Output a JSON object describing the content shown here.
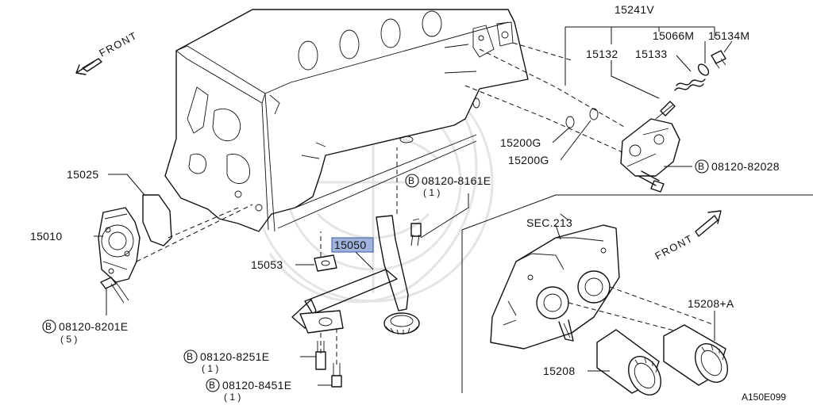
{
  "labels": {
    "block_front": "FRONT",
    "pump_front": "FRONT",
    "p15241v": "15241V",
    "p15066m": "15066M",
    "p15134m": "15134M",
    "p15132": "15132",
    "p15133": "15133",
    "p15200g_a": "15200G",
    "p15200g_b": "15200G",
    "p15025": "15025",
    "p15010": "15010",
    "p15050": "15050",
    "p15053": "15053",
    "sec213": "SEC.213",
    "p15208a": "15208+A",
    "p15208": "15208",
    "diagram_id": "A150E099"
  },
  "bolt_refs": [
    {
      "badge": "B",
      "code": "08120-82028",
      "qty": ""
    },
    {
      "badge": "B",
      "code": "08120-8161E",
      "qty": "( 1 )"
    },
    {
      "badge": "B",
      "code": "08120-8201E",
      "qty": "( 5 )"
    },
    {
      "badge": "B",
      "code": "08120-8251E",
      "qty": "( 1 )"
    },
    {
      "badge": "B",
      "code": "08120-8451E",
      "qty": "( 1 )"
    }
  ],
  "highlighted_part": "15050"
}
